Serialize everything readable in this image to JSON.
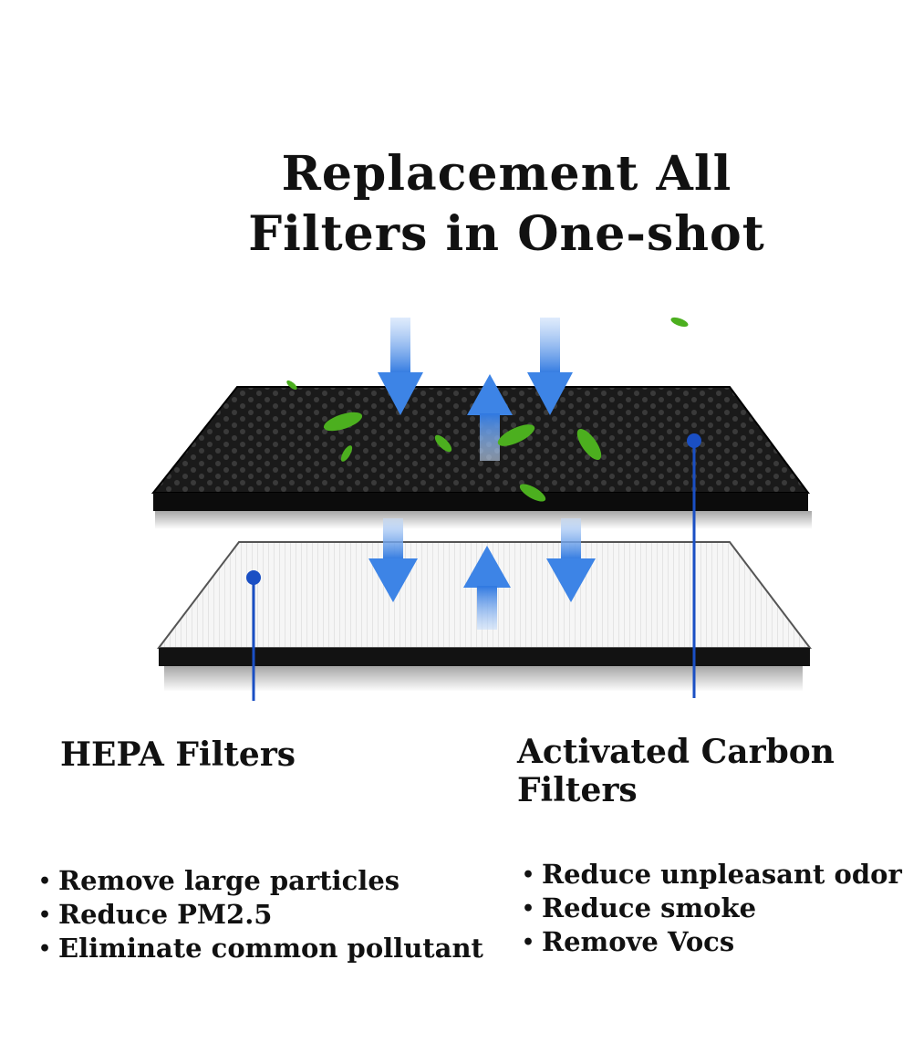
{
  "title": {
    "line1": "Replacement All",
    "line2": "Filters in One-shot"
  },
  "filters": [
    {
      "name": "HEPA Filters",
      "benefits": [
        "Remove large particles",
        "Reduce PM2.5",
        "Eliminate common pollutant"
      ]
    },
    {
      "name_line1": "Activated Carbon",
      "name_line2": "Filters",
      "benefits": [
        "Reduce unpleasant odor",
        "Reduce smoke",
        "Remove Vocs"
      ]
    }
  ],
  "colors": {
    "pointer": "#1a4fc4",
    "arrow": "#3d84e6",
    "leaf": "#4caf1f",
    "carbon_layer": "#141414",
    "hepa_layer": "#f4f4f4"
  },
  "icons": [
    "down-arrow-icon",
    "up-arrow-icon",
    "leaf-icon"
  ]
}
